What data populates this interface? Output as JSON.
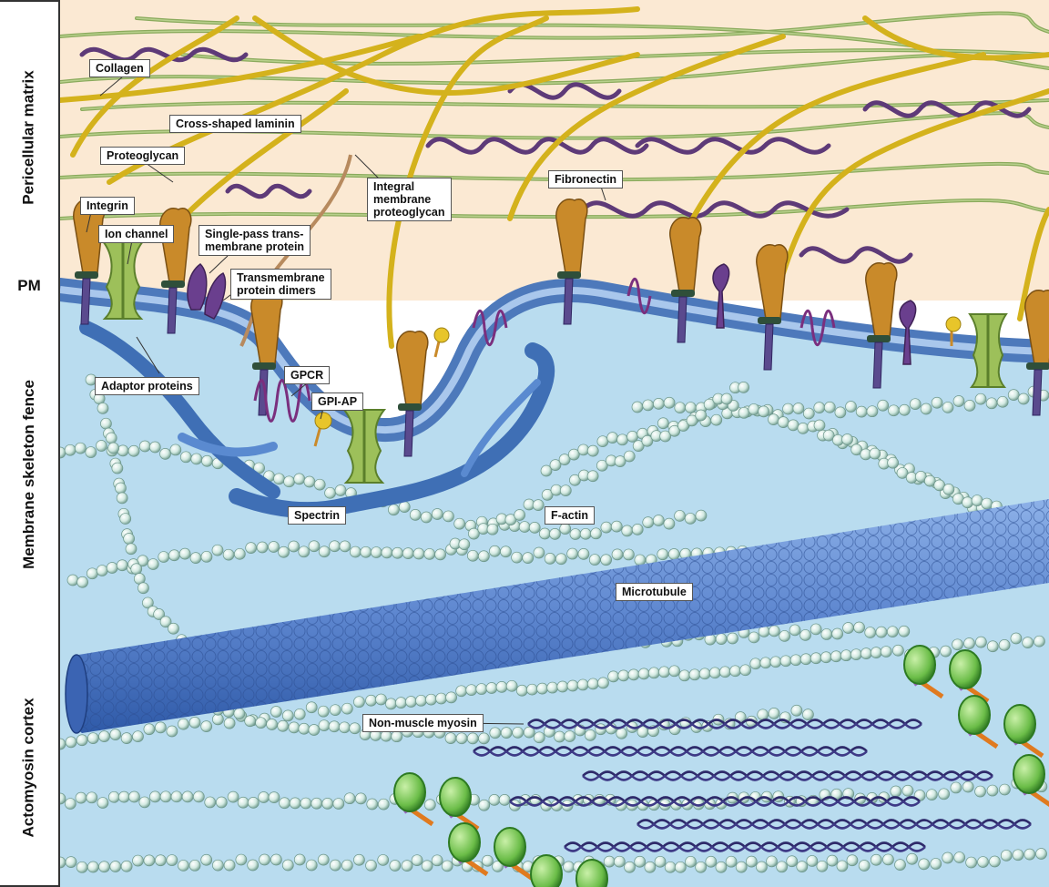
{
  "regions": {
    "pericellular": "Pericellular matrix",
    "pm": "PM",
    "skeleton": "Membrane skeleton fence",
    "actomyosin": "Actomyosin cortex"
  },
  "labels": {
    "collagen": "Collagen",
    "laminin": "Cross-shaped laminin",
    "proteoglycan": "Proteoglycan",
    "integrin": "Integrin",
    "ion_channel": "Ion channel",
    "single_pass_1": "Single-pass trans-",
    "single_pass_2": "membrane protein",
    "integral_pg_1": "Integral",
    "integral_pg_2": "membrane",
    "integral_pg_3": "proteoglycan",
    "fibronectin": "Fibronectin",
    "tm_dimers_1": "Transmembrane",
    "tm_dimers_2": "protein dimers",
    "adaptor": "Adaptor proteins",
    "gpcr": "GPCR",
    "gpi_ap": "GPI-AP",
    "spectrin": "Spectrin",
    "f_actin": "F-actin",
    "microtubule": "Microtubule",
    "myosin": "Non-muscle myosin"
  },
  "colors": {
    "matrix_bg": "#fbe9d3",
    "cytoplasm_bg": "#b9dcef",
    "membrane": "#5b87c6",
    "collagen": "#8aaa5c",
    "laminin": "#d4b21c",
    "fibronectin": "#5e3a78",
    "integrin": "#c98a2a",
    "ion_channel": "#9dc05a",
    "spectrin": "#3f6fb5",
    "actin_bead": "#d6ebe3",
    "microtubule": "#5d86cf",
    "myosin_head": "#7cc257"
  }
}
